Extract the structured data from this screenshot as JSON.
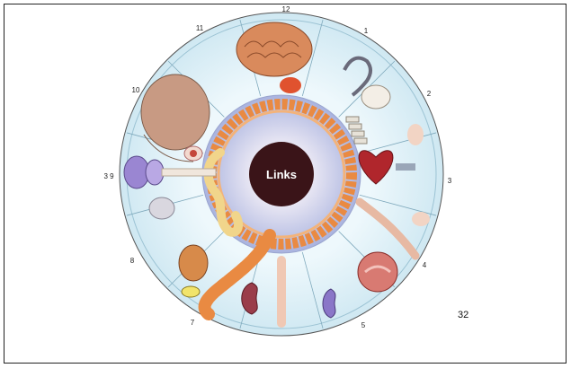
{
  "page": {
    "number": "32"
  },
  "chart": {
    "center_label": "Links",
    "clock_numbers": [
      "12",
      "1",
      "2",
      "3",
      "4",
      "5",
      "7",
      "8",
      "3 9",
      "10",
      "11"
    ],
    "colors": {
      "ring_fill": "#d8eef6",
      "ring_stroke": "#8fb9cc",
      "inner_fill": "#c9d0ec",
      "intestine": "#e98a42",
      "small_intestine": "#f1d58b",
      "center_disc": "#3a1418",
      "center_text": "#ffffff"
    },
    "segments": [
      {
        "number": "12",
        "organ": "brain-icon"
      },
      {
        "number": "1",
        "organ": "ear-icon"
      },
      {
        "number": "2",
        "organ": "spine-icon"
      },
      {
        "number": "3",
        "organ": "heart-icon"
      },
      {
        "number": "4",
        "organ": "arm-icon"
      },
      {
        "number": "5",
        "organ": "ovary-icon"
      },
      {
        "number": "7",
        "organ": "kidney-icon"
      },
      {
        "number": "8",
        "organ": "bladder-icon"
      },
      {
        "number": "3 9",
        "organ": "thyroid-icon"
      },
      {
        "number": "10",
        "organ": "head-icon"
      },
      {
        "number": "11",
        "organ": "face-icon"
      }
    ]
  }
}
